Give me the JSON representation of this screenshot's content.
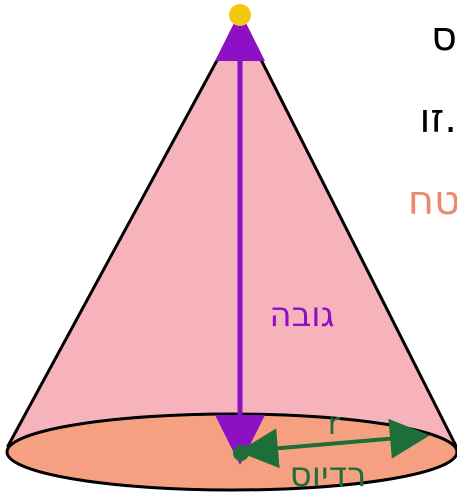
{
  "colors": {
    "cone_side": "#f6b3bb",
    "cone_base": "#f5a080",
    "outline": "#000000",
    "height_arrow": "#8e10c4",
    "radius_arrow": "#1e6e3a",
    "apex_dot": "#f2c80f",
    "center_dot": "#1e6e3a",
    "edge_text_dark": "#000000",
    "edge_text_salmon": "#e98a6e"
  },
  "labels": {
    "height": "גובה",
    "radius_symbol": "r",
    "radius_word": "רדיוס"
  },
  "edge_text": {
    "line1": "ס",
    "line2": "זו.",
    "line3": "טח"
  }
}
